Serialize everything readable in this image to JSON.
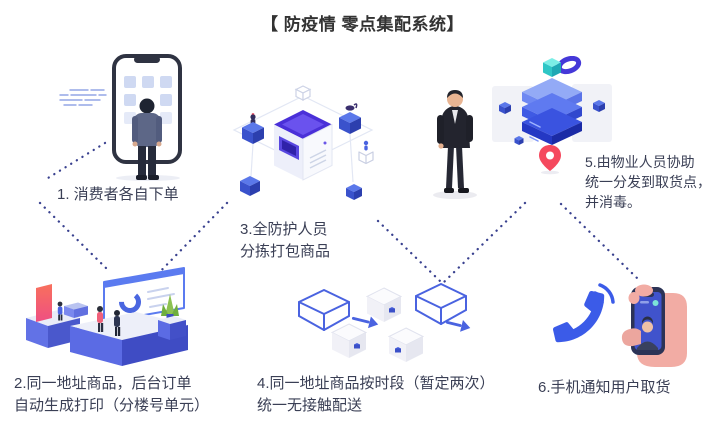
{
  "title": "【 防疫情 零点集配系统】",
  "steps": [
    {
      "label": "1. 消费者各自下单",
      "illustration": "consumer-ordering-on-phone"
    },
    {
      "label": "2.同一地址商品，后台订单\n自动生成打印（分楼号单元）",
      "illustration": "backend-order-printing-platform"
    },
    {
      "label": "3.全防护人员\n分拣打包商品",
      "illustration": "protected-staff-sorting-packing"
    },
    {
      "label": "4.同一地址商品按时段（暂定两次）\n统一无接触配送",
      "illustration": "contactless-package-delivery"
    },
    {
      "label": "5.由物业人员协助\n统一分发到取货点，\n并消毒。",
      "illustration": "property-staff-distribution-point"
    },
    {
      "label": "6.手机通知用户取货",
      "illustration": "phone-pickup-notification"
    }
  ],
  "decor": {
    "center_figure": "business-person"
  },
  "colors": {
    "accent_blue": "#4a63e0",
    "connector_navy": "#39418f",
    "pin_red": "#f5495e",
    "teal_cube": "#3cd0cc",
    "hand_pink": "#f2aca4",
    "platform_indigo": "#5b6be4",
    "machine_purple": "#4a30d8",
    "text_dark": "#3a3f55",
    "title_dark": "#333333"
  }
}
